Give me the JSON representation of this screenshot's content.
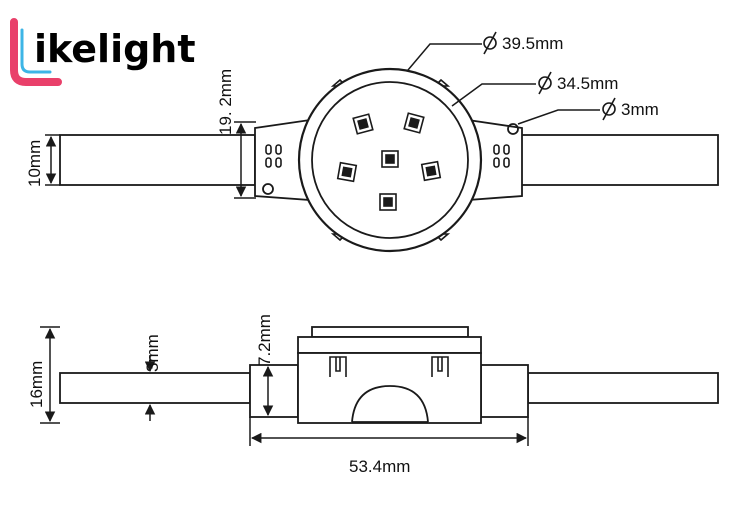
{
  "logo": {
    "text": "ikelight",
    "accent_colors": [
      "#e9406a",
      "#3db5e6"
    ]
  },
  "top_view": {
    "outer_diameter": "39.5mm",
    "inner_diameter": "34.5mm",
    "hole_diameter": "3mm",
    "body_height": "19. 2mm",
    "cable_width": "10mm",
    "diameter_symbol": "∅"
  },
  "side_view": {
    "total_height": "16mm",
    "cable_thickness": "3mm",
    "body_height": "7.2mm",
    "body_length": "53.4mm"
  },
  "colors": {
    "line": "#1a1a1a",
    "background": "#ffffff"
  }
}
